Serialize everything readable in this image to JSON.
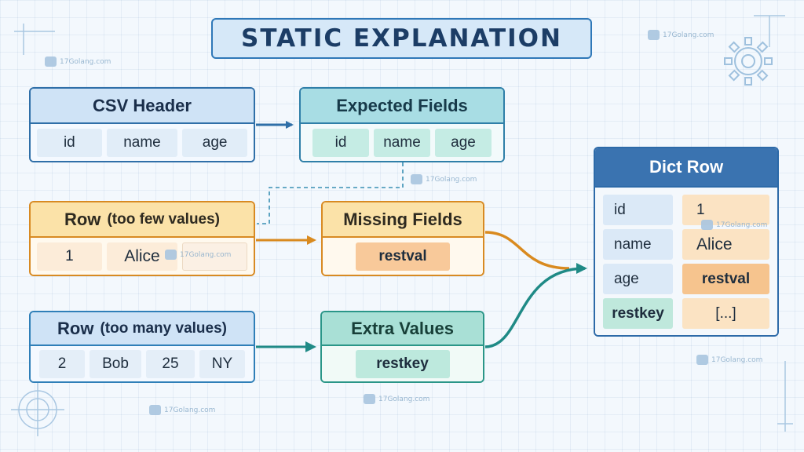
{
  "title": "STATIC EXPLANATION",
  "watermark": "17Golang.com",
  "csv_header": {
    "title": "CSV Header",
    "fields": [
      "id",
      "name",
      "age"
    ]
  },
  "expected_fields": {
    "title": "Expected Fields",
    "fields": [
      "id",
      "name",
      "age"
    ]
  },
  "row_few": {
    "title": "Row",
    "note": "(too few values)",
    "values": [
      "1",
      "Alice"
    ]
  },
  "missing_fields": {
    "title": "Missing Fields",
    "value": "restval"
  },
  "row_many": {
    "title": "Row",
    "note": "(too many values)",
    "values": [
      "2",
      "Bob",
      "25",
      "NY"
    ]
  },
  "extra_values": {
    "title": "Extra Values",
    "value": "restkey"
  },
  "dict_row": {
    "title": "Dict Row",
    "keys": [
      "id",
      "name",
      "age",
      "restkey"
    ],
    "values": [
      "1",
      "Alice",
      "restval",
      "[...]"
    ]
  },
  "colors": {
    "blue_arrow": "#2f6fa8",
    "orange_arrow": "#d98a1f",
    "teal_arrow": "#1f8a86",
    "dashed_link": "#3a8fb3"
  },
  "icons": [
    "gear-icon",
    "crosshair-icon",
    "watermark-logo-icon"
  ]
}
